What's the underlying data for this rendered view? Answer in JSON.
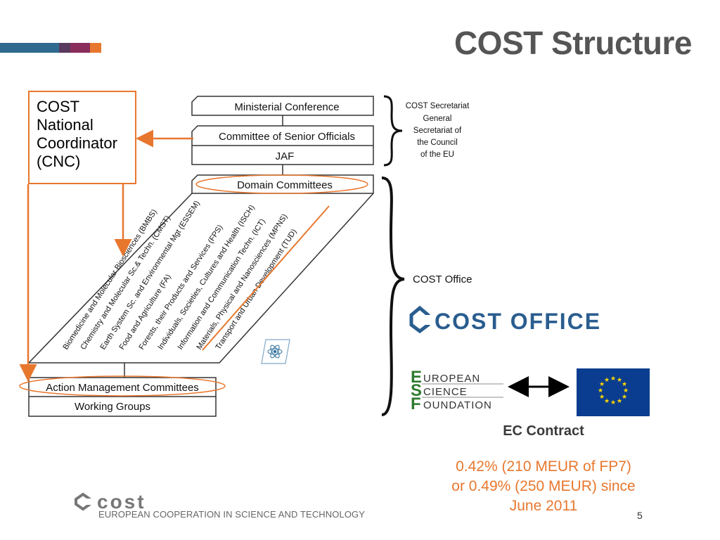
{
  "title": "COST Structure",
  "cnc_lines": [
    "COST",
    "National",
    "Coordinator",
    "(CNC)"
  ],
  "governance": {
    "ministerial": "Ministerial Conference",
    "cso": "Committee of Senior Officials",
    "jaf": "JAF",
    "domain_committees": "Domain Committees",
    "amc": "Action Management Committees",
    "working_groups": "Working Groups"
  },
  "domains": [
    "Biomedicine and Molecular Biosciences (BMBS)",
    "Chemistry and Molecular Sc.& Techn. (CMST)",
    "Earth System Sc. and Environmental Mgt (ESSEM)",
    "Food and Agriculture (FA)",
    "Forests, their Products and Services (FPS)",
    "Individuals, Societies, Cultures and Health (ISCH)",
    "Information and Communication Techn. (ICT)",
    "Materials, Physical and Nanosciences (MPNS)",
    "Transport and Urban Development (TUD)"
  ],
  "secretariat_lines": [
    "COST Secretariat",
    "General",
    "Secretariat of",
    "the Council",
    "of the EU"
  ],
  "cost_office_label": "COST Office",
  "cost_office_logo": "COST OFFICE",
  "esf_logo_lines": [
    "UROPEAN",
    "CIENCE",
    "OUNDATION"
  ],
  "esf_initials": [
    "E",
    "S",
    "F"
  ],
  "ec_contract": "EC Contract",
  "funding_lines": [
    "0.42% (210 MEUR of FP7)",
    "or 0.49% (250 MEUR) since",
    "June 2011"
  ],
  "footer_text": "EUROPEAN COOPERATION IN SCIENCE AND TECHNOLOGY",
  "footer_logo": "cost",
  "page_number": "5",
  "colors": {
    "accent": "#e8772e",
    "stripe_blue": "#2e6a8f",
    "stripe_purple": "#5a3a5e",
    "stripe_magenta": "#8a2c5c",
    "stripe_orange": "#e8772e",
    "logo_blue": "#2a5d8f",
    "eu_blue": "#0a3d8f",
    "eu_star": "#ffd700"
  }
}
